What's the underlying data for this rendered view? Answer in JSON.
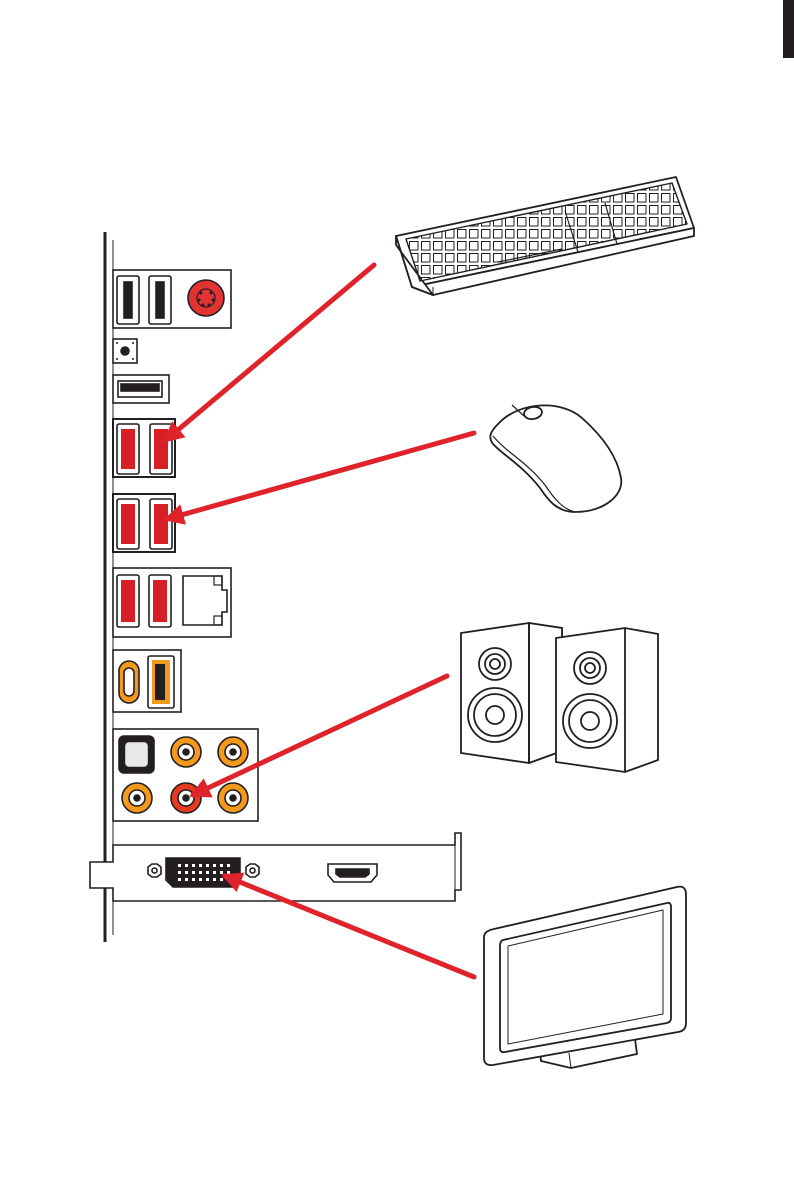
{
  "colors": {
    "outline": "#231f20",
    "usb_red": "#d71f26",
    "usb_orange": "#f39a1e",
    "arrow_red": "#e0232b",
    "mic_red": "#e83a22",
    "ps2_red": "#e23232",
    "gray_fill": "#e8e8e8",
    "background": "#ffffff"
  },
  "diagram": {
    "panel": {
      "usb_black_top": [
        "usb-a",
        "usb-a"
      ],
      "ps2_port": "ps2-combo",
      "clear_cmos_button": "button",
      "usb_gen2_red_upper": [
        "usb-a",
        "usb-a"
      ],
      "usb_gen2_red_lower": [
        "usb-a",
        "usb-a"
      ],
      "usb_red_lan": [
        "usb-a",
        "usb-a"
      ],
      "lan_port": "rj45",
      "usb_type_c": "usb-c",
      "usb_orange": "usb-a",
      "optical_spdif": "toslink",
      "audio_jacks": [
        "line-in",
        "line-out",
        "mic-in",
        "side",
        "rear",
        "center-sub"
      ]
    },
    "gpu_bracket": {
      "ports": [
        "dvi",
        "hdmi"
      ]
    },
    "devices": [
      "keyboard",
      "mouse",
      "speakers",
      "monitor"
    ],
    "connections": [
      {
        "from": "keyboard",
        "to": "usb_gen2_red_upper"
      },
      {
        "from": "mouse",
        "to": "usb_gen2_red_lower"
      },
      {
        "from": "speakers",
        "to": "line-out"
      },
      {
        "from": "monitor",
        "to": "dvi"
      }
    ]
  }
}
